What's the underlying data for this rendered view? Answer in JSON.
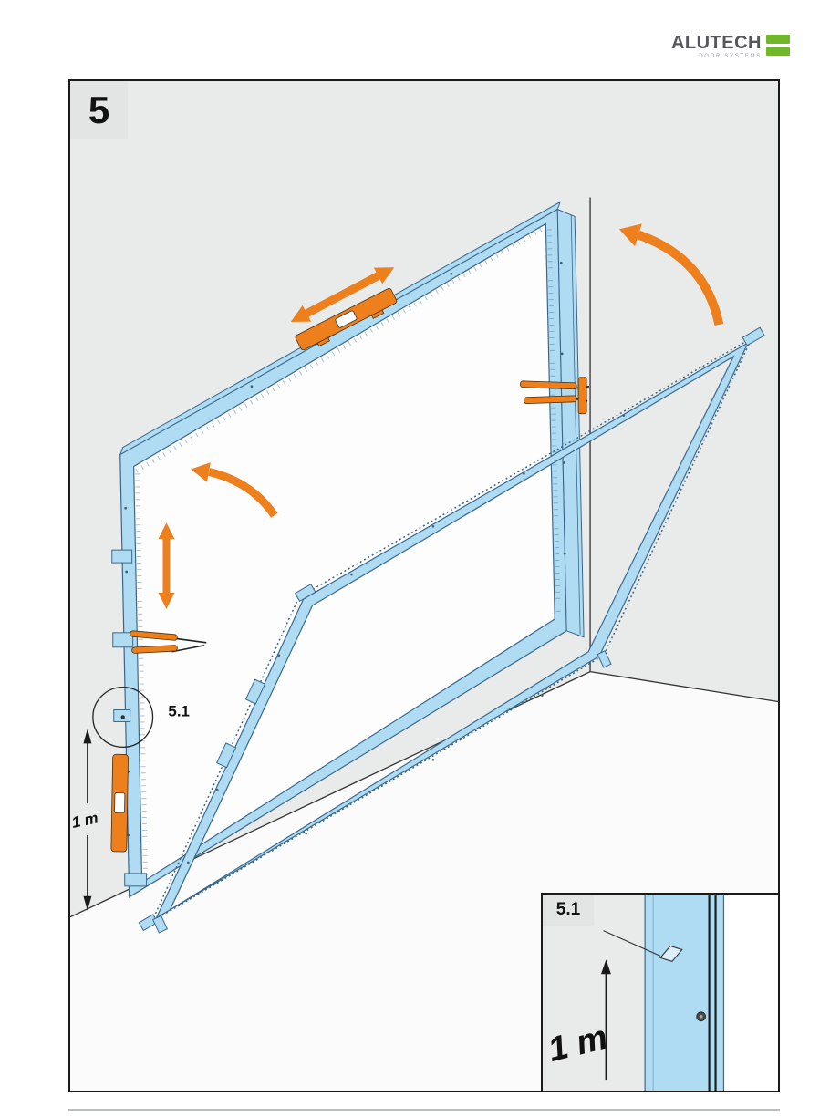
{
  "logo": {
    "brand": "ALUTECH",
    "tagline": "DOOR SYSTEMS"
  },
  "step_number": "5",
  "callout_label": "5.1",
  "dimension_label": "1 m",
  "inset": {
    "label": "5.1",
    "dimension_label": "1 m"
  },
  "colors": {
    "accent_orange": "#EE7F1D",
    "frame_blue": "#AFDCF3",
    "frame_stroke": "#39678C",
    "wall_gray": "#E9EBEB",
    "floor_white": "#FBFBFB",
    "logo_green": "#72B62C",
    "logo_text": "#55575C",
    "line_dark": "#1F1F1F"
  }
}
